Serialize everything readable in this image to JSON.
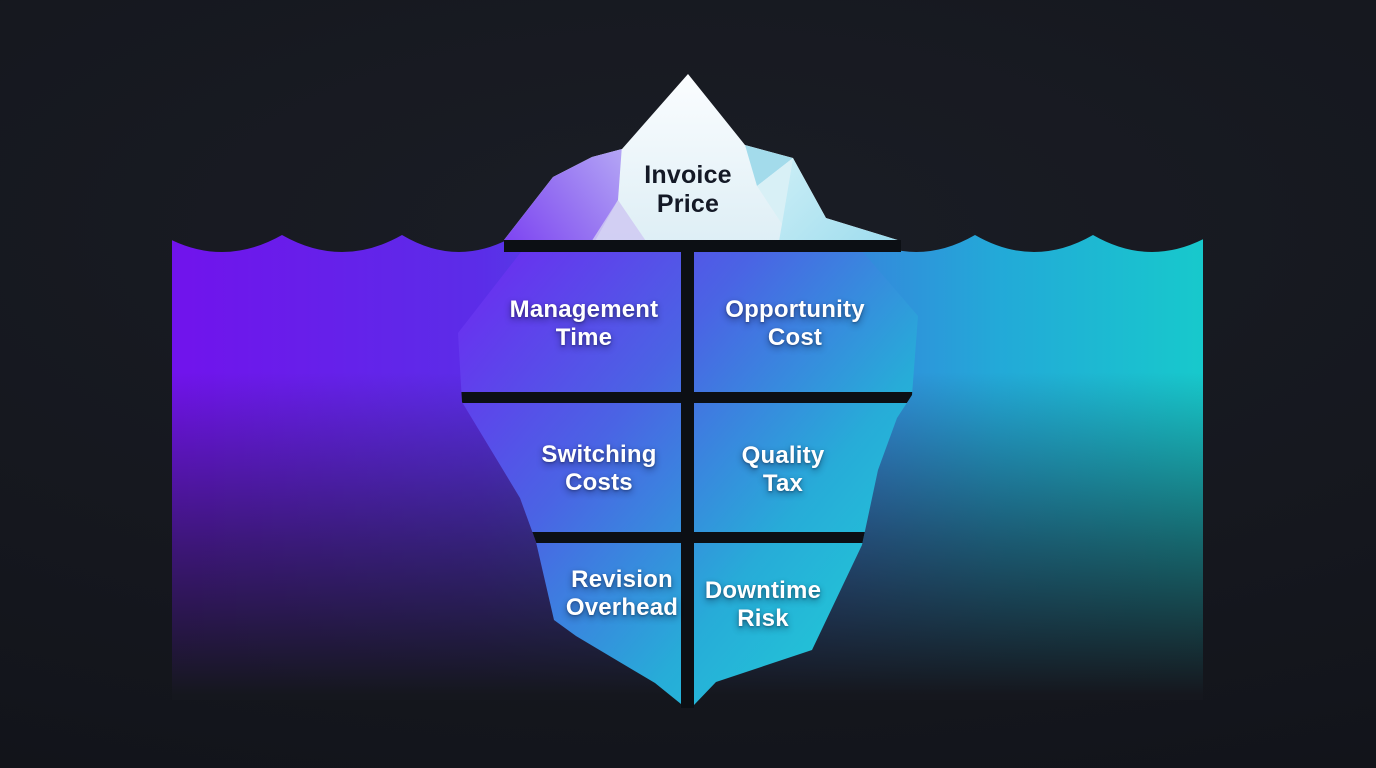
{
  "diagram": {
    "type": "iceberg-cost-diagram",
    "above_water": {
      "label": "Invoice\nPrice"
    },
    "below_water": {
      "cells": [
        {
          "id": "management-time",
          "label": "Management\nTime"
        },
        {
          "id": "opportunity-cost",
          "label": "Opportunity\nCost"
        },
        {
          "id": "switching-costs",
          "label": "Switching\nCosts"
        },
        {
          "id": "quality-tax",
          "label": "Quality\nTax"
        },
        {
          "id": "revision-overhead",
          "label": "Revision\nOverhead"
        },
        {
          "id": "downtime-risk",
          "label": "Downtime\nRisk"
        }
      ]
    }
  },
  "colors": {
    "background": "#15171e",
    "water_left": "#7113ec",
    "water_mid": "#3f74de",
    "water_right": "#17c9cc",
    "berg_purple": "#6f26f2",
    "berg_blue": "#4a64e4",
    "berg_teal": "#1fd0d6",
    "tip_white": "#fbfdff",
    "tip_shade": "#ddeef5",
    "tip_purple": "#7a3ef2",
    "tip_lavender": "#b6aaf5",
    "tip_blue": "#9ddcee",
    "grid_line": "#0c0f14",
    "tip_text": "#141926",
    "cell_text": "#ffffff"
  }
}
